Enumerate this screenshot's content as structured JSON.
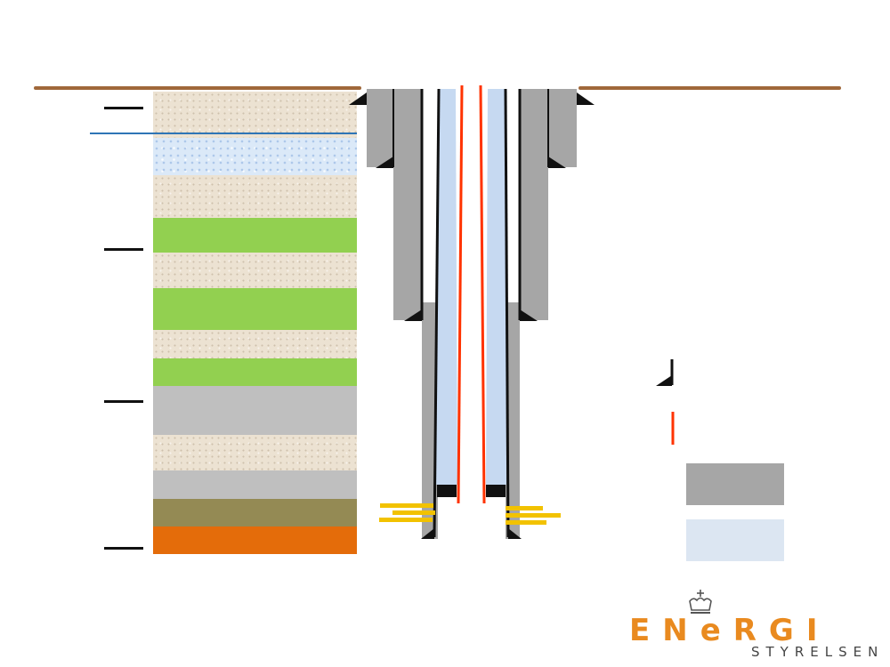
{
  "colors": {
    "ground_surface": "#a0683a",
    "sand": "#ece2d2",
    "water_bearing_sand": "#dbe9f8",
    "clay_green": "#92d050",
    "gray_layer": "#bfbfbf",
    "olive_layer": "#948a54",
    "orange_layer": "#e46c0a",
    "casing_cement": "#a6a6a6",
    "liner_fill": "#c6d9f1",
    "production_tubing": "#ff3300",
    "perforations": "#f2c200",
    "groundwater_line": "#2e75b6",
    "legend_fill_1": "#a6a6a6",
    "legend_fill_2": "#dce6f2"
  },
  "icons": {
    "casing_shoe": "black-triangle-shoe-icon",
    "legend_shoe": "casing-shoe-icon",
    "legend_tubing": "red-line-icon"
  },
  "strata": [
    {
      "name": "sand",
      "texture": "sand"
    },
    {
      "name": "water-sand",
      "texture": "water"
    },
    {
      "name": "sand",
      "texture": "sand"
    },
    {
      "name": "clay",
      "texture": "green"
    },
    {
      "name": "sand",
      "texture": "sand"
    },
    {
      "name": "clay",
      "texture": "green"
    },
    {
      "name": "sand",
      "texture": "sand"
    },
    {
      "name": "clay",
      "texture": "green"
    },
    {
      "name": "gray",
      "texture": "gray"
    },
    {
      "name": "sand",
      "texture": "sand"
    },
    {
      "name": "gray",
      "texture": "gray"
    },
    {
      "name": "olive",
      "texture": "olive"
    },
    {
      "name": "orange",
      "texture": "orange"
    }
  ],
  "logo": {
    "main_text_1": "EN",
    "main_glyph": "e",
    "main_text_2": "RGI",
    "sub_text": "STYRELSEN",
    "crown_icon": "crown-icon"
  }
}
